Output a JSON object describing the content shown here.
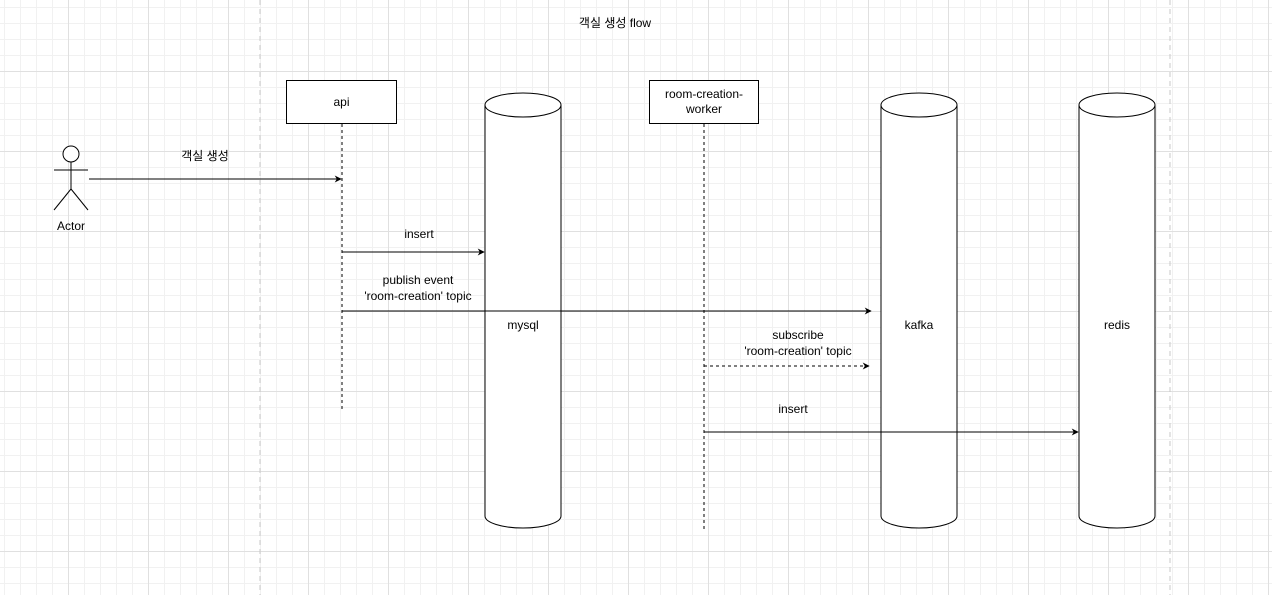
{
  "title": "객실 생성 flow",
  "actor": {
    "label": "Actor"
  },
  "participants": {
    "api": "api",
    "worker_line1": "room-creation-",
    "worker_line2": "worker"
  },
  "datastores": {
    "mysql": "mysql",
    "kafka": "kafka",
    "redis": "redis"
  },
  "messages": {
    "create_room": "객실 생성",
    "insert_mysql": "insert",
    "publish_line1": "publish event",
    "publish_line2": "'room-creation' topic",
    "subscribe_line1": "subscribe",
    "subscribe_line2": "'room-creation' topic",
    "insert_redis": "insert"
  },
  "colors": {
    "line": "#000000",
    "grid_major": "#e0e0e0",
    "grid_minor": "#f1f1f1"
  }
}
